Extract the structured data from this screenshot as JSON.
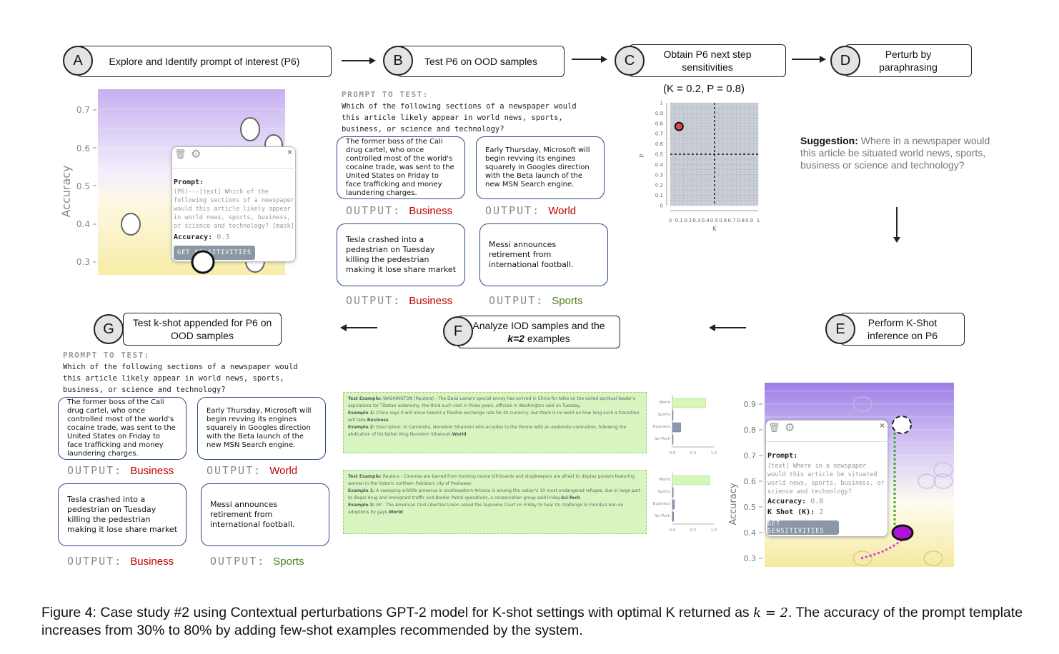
{
  "steps": {
    "A": {
      "letter": "A",
      "label": "Explore and Identify prompt of interest (P6)"
    },
    "B": {
      "letter": "B",
      "label": "Test P6 on OOD samples"
    },
    "C": {
      "letter": "C",
      "label": "Obtain P6 next step sensitivities"
    },
    "D": {
      "letter": "D",
      "label": "Perturb by paraphrasing"
    },
    "E": {
      "letter": "E",
      "label": "Perform K-Shot inference on P6"
    },
    "F": {
      "letter": "F",
      "label_1": "Analyze IOD samples and the",
      "label_2_em": "k=2",
      "label_2_rest": " examples"
    },
    "G": {
      "letter": "G",
      "label": "Test k-shot appended for P6 on OOD samples"
    }
  },
  "panel_a": {
    "ylabel": "Accuracy",
    "yticks": [
      "0.7",
      "0.6",
      "0.5",
      "0.4",
      "0.3"
    ],
    "popup": {
      "prompt_label": "Prompt:",
      "prompt_text": "(P6)---[text] Which of the following sections of a newspaper would this article likely appear in world news, sports, business, or science and technology? [mask]",
      "accuracy_label": "Accuracy:",
      "accuracy_value": "0.3",
      "button": "GET SENSITIVITIES",
      "close": "×"
    }
  },
  "prompt_test": {
    "heading": "PROMPT TO TEST:",
    "text": "Which of the following sections of a newspaper would this article likely appear in world news, sports, business, or science and technology?"
  },
  "samples": [
    {
      "text": "The former boss of the Cali drug cartel, who once controlled most of the world's cocaine trade, was sent to the United States on Friday to face trafficking and money laundering charges.",
      "output": "Business",
      "color": "#c00000"
    },
    {
      "text": "Early Thursday, Microsoft will begin revving its engines squarely in Googles direction with the Beta launch of the new MSN Search engine.",
      "output": "World",
      "color": "#c00000"
    },
    {
      "text": "Tesla crashed into a pedestrian on Tuesday killing the pedestrian making it lose share market",
      "output": "Business",
      "color": "#c00000"
    },
    {
      "text": "Messi announces retirement from international football.",
      "output": "Sports",
      "color": "#4c7d1a"
    }
  ],
  "output_label": "OUTPUT:",
  "panel_c": {
    "title": "(K = 0.2, P = 0.8)",
    "xlabel": "K",
    "ylabel": "P",
    "xticks": [
      "0",
      "0.1",
      "0.2",
      "0.3",
      "0.4",
      "0.5",
      "0.6",
      "0.7",
      "0.8",
      "0.9",
      "1"
    ],
    "yticks": [
      "1",
      "0.9",
      "0.8",
      "0.7",
      "0.6",
      "0.5",
      "0.4",
      "0.3",
      "0.2",
      "0.1",
      "0"
    ],
    "point": {
      "k": 0.1,
      "p": 0.77
    }
  },
  "suggestion": {
    "label": "Suggestion:",
    "text": " Where in a newspaper would this article be situated world news, sports, business or science and technology?"
  },
  "panel_e": {
    "ylabel": "Accuracy",
    "yticks": [
      "0.9",
      "0.8",
      "0.7",
      "0.6",
      "0.5",
      "0.4",
      "0.3"
    ],
    "popup": {
      "prompt_label": "Prompt:",
      "prompt_text": "[text] Where in a newspaper would this article be situated world news, sports, business, or science and technology?",
      "accuracy_label": "Accuracy:",
      "accuracy_value": "0.8",
      "kshot_label": "K Shot (K):",
      "kshot_value": "2",
      "button": "GET SENSITIVITIES",
      "close": "×"
    }
  },
  "iod": [
    {
      "lines": [
        {
          "k": "Test Example:",
          "v": " WASHINGTON (Reuters) - The Dalai Lama's special envoy has arrived in China for talks on the exiled spiritual leader's aspirations for Tibetan autonomy, the third such visit in three years, officials in Washington said on Tuesday."
        },
        {
          "k": "Example 1:",
          "v": " China says it will move toward a flexible exchange rate for its currency, but there is no word on how long such a transition will take.",
          "tag": "Business"
        },
        {
          "k": "Example 2:",
          "v": " Description: In Cambodia, Norodom Sihamoni who accedes to the throne with an elaborate coronation, following the abdication of his father King Norodom Sihanouk.",
          "tag": "World"
        }
      ],
      "bars": {
        "categories": [
          "World",
          "Sports",
          "Business",
          "Sci-Tech"
        ],
        "values": [
          0.8,
          0,
          0.2,
          0
        ],
        "xticks": [
          "0.0",
          "0.5",
          "1.0"
        ]
      }
    },
    {
      "lines": [
        {
          "k": "Test Example:",
          "v": " Reuters - Cinemas are barred from hoisting movie bill-boards and shopkeepers are afraid to display posters featuring women in the historic northern Pakistani city of Peshawar."
        },
        {
          "k": "Example 1:",
          "v": " A sweeping wildlife preserve in southwestern Arizona is among the nation's 10 most endangered refuges, due in large part to illegal drug and immigrant traffic and Border Patrol operations, a conservation group said Friday.",
          "tag": "Sci-Tech"
        },
        {
          "k": "Example 2:",
          "v": " AP - The American Civil Liberties Union asked the Supreme Court on Friday to hear its challenge to Florida's ban on adoptions by gays.",
          "tag": "World"
        }
      ],
      "bars": {
        "categories": [
          "World",
          "Sports",
          "Business",
          "Sci-Tech"
        ],
        "values": [
          0.9,
          0.02,
          0.05,
          0.03
        ],
        "xticks": [
          "0.0",
          "0.5",
          "1.0"
        ]
      }
    }
  ],
  "caption": {
    "line1": "Figure 4: Case study #2 using Contextual perturbations GPT-2 model for K-shot settings with optimal K returned as ",
    "math": "k = 2",
    "line2": ". The accuracy of the prompt template increases from 30% to 80% by adding few-shot examples recommended by the system."
  },
  "colors": {
    "card_border": "#2c4b86",
    "wrong": "#c00000",
    "right": "#4c7d1a",
    "iod_bg": "#d8f5c0",
    "highlight": "#a010c0"
  }
}
